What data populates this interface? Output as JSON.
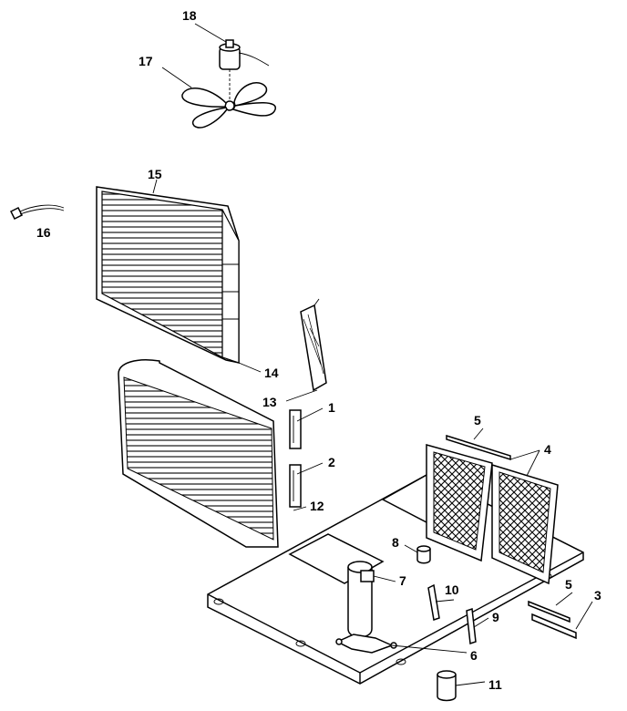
{
  "callouts": [
    {
      "id": "18",
      "text": "18"
    },
    {
      "id": "17",
      "text": "17"
    },
    {
      "id": "15",
      "text": "15"
    },
    {
      "id": "16",
      "text": "16"
    },
    {
      "id": "14",
      "text": "14"
    },
    {
      "id": "13",
      "text": "13"
    },
    {
      "id": "1",
      "text": "1"
    },
    {
      "id": "2",
      "text": "2"
    },
    {
      "id": "12",
      "text": "12"
    },
    {
      "id": "5a",
      "text": "5"
    },
    {
      "id": "4",
      "text": "4"
    },
    {
      "id": "8",
      "text": "8"
    },
    {
      "id": "7",
      "text": "7"
    },
    {
      "id": "10",
      "text": "10"
    },
    {
      "id": "9",
      "text": "9"
    },
    {
      "id": "6",
      "text": "6"
    },
    {
      "id": "5b",
      "text": "5"
    },
    {
      "id": "3",
      "text": "3"
    },
    {
      "id": "11",
      "text": "11"
    }
  ]
}
